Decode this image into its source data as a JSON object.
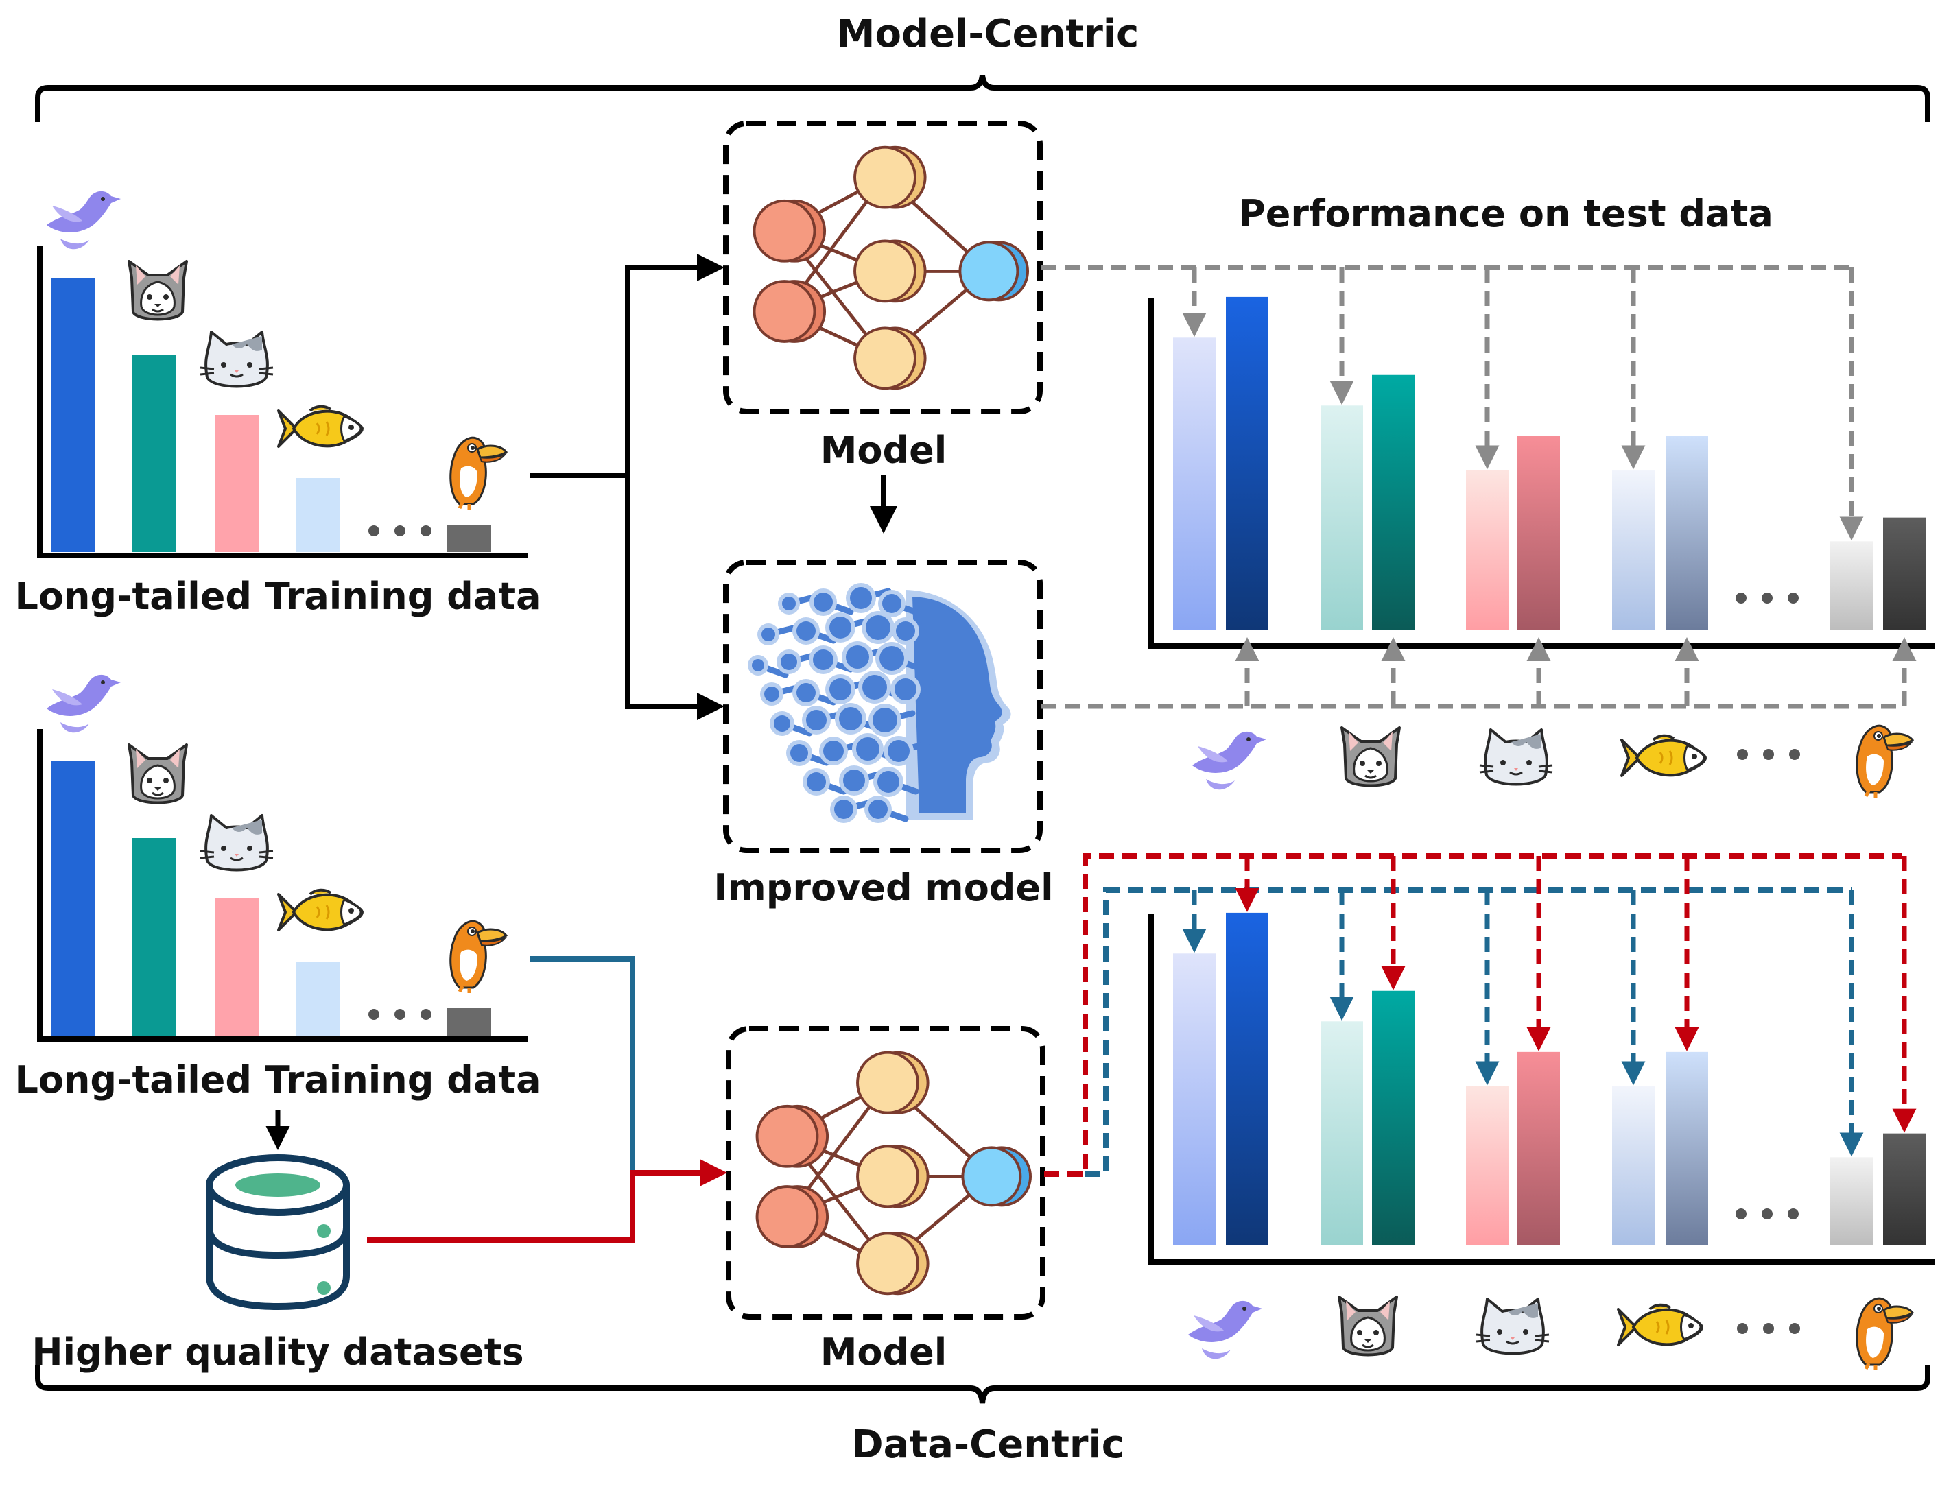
{
  "labels": {
    "top": "Model-Centric",
    "bottom": "Data-Centric",
    "training_top": "Long-tailed Training data",
    "training_bottom": "Long-tailed Training data",
    "datasets": "Higher quality datasets",
    "model_top": "Model",
    "improved": "Improved model",
    "model_bottom": "Model",
    "performance": "Performance on test data"
  },
  "classes": [
    {
      "icon": "bird-icon"
    },
    {
      "icon": "husky-dog-icon"
    },
    {
      "icon": "cat-icon"
    },
    {
      "icon": "fish-icon"
    },
    {
      "icon": "toucan-icon"
    }
  ],
  "colors": {
    "bird_bar": "#2266d6",
    "dog_bar": "#0a9a93",
    "cat_bar": "#ffa3ab",
    "fish_bar": "#cce3fb",
    "toucan_bar": "#6a6a6a",
    "gray_arrow": "#8a8a8a",
    "red_arrow": "#c3000d",
    "blue_arrow": "#1f6991"
  },
  "chart_data": [
    {
      "type": "bar",
      "name": "training-data-top",
      "categories": [
        "bird",
        "dog",
        "cat",
        "fish",
        "toucan"
      ],
      "values": [
        1.0,
        0.72,
        0.5,
        0.27,
        0.1
      ]
    },
    {
      "type": "bar",
      "name": "training-data-bottom",
      "categories": [
        "bird",
        "dog",
        "cat",
        "fish",
        "toucan"
      ],
      "values": [
        1.0,
        0.72,
        0.5,
        0.27,
        0.1
      ]
    },
    {
      "type": "bar",
      "name": "test-performance-top",
      "title": "Performance on test data",
      "categories": [
        "bird",
        "dog",
        "cat",
        "fish",
        "toucan"
      ],
      "series": [
        {
          "values": [
            0.86,
            0.66,
            0.47,
            0.47,
            0.26
          ]
        },
        {
          "values": [
            0.98,
            0.75,
            0.57,
            0.57,
            0.33
          ]
        }
      ]
    },
    {
      "type": "bar",
      "name": "test-performance-bottom",
      "categories": [
        "bird",
        "dog",
        "cat",
        "fish",
        "toucan"
      ],
      "series": [
        {
          "values": [
            0.86,
            0.66,
            0.47,
            0.47,
            0.26
          ]
        },
        {
          "values": [
            0.98,
            0.75,
            0.57,
            0.57,
            0.33
          ]
        }
      ]
    }
  ]
}
